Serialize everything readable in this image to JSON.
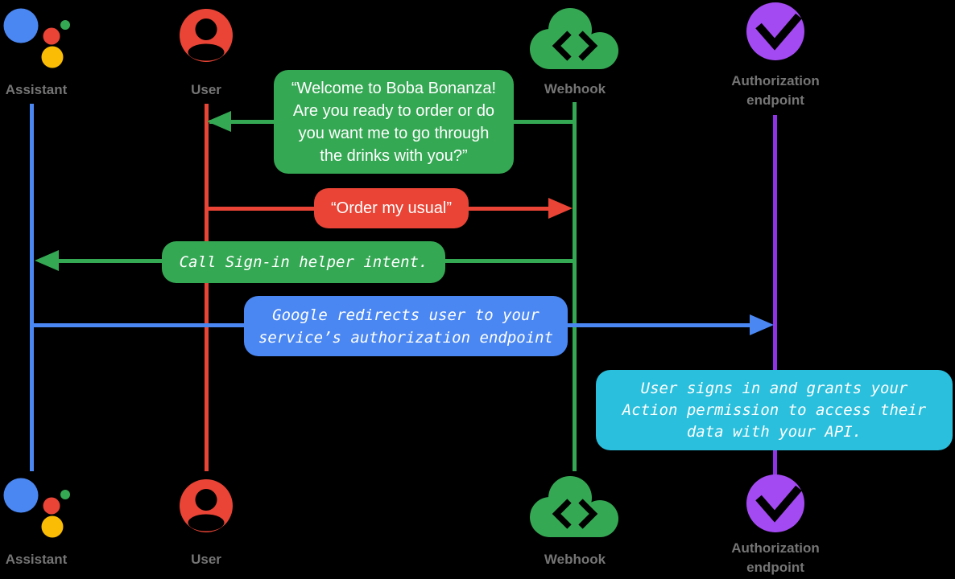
{
  "colors": {
    "assistant_blue": "#4A87F2",
    "user_red": "#E94435",
    "webhook_green": "#35A854",
    "authorization_line_purple": "#9032E8",
    "authorization_circle_purple": "#A44AF3",
    "note_cyan": "#29BFDD",
    "assistant_yellow": "#FBBC05",
    "assistant_green_dot": "#34A853",
    "label_gray": "#757575",
    "bubble_text": "#FFFFFF",
    "background": "#000000"
  },
  "actors": [
    {
      "id": "assistant",
      "label": "Assistant",
      "icon": "google-assistant-icon",
      "color": "#4A87F2"
    },
    {
      "id": "user",
      "label": "User",
      "icon": "user-icon",
      "color": "#E94435"
    },
    {
      "id": "webhook",
      "label": "Webhook",
      "icon": "webhook-cloud-icon",
      "color": "#35A854"
    },
    {
      "id": "authorization-endpoint",
      "label": "Authorization endpoint",
      "icon": "check-circle-icon",
      "color": "#A44AF3"
    }
  ],
  "messages": [
    {
      "id": "welcome",
      "from": "Webhook",
      "to": "User",
      "direction": "left",
      "color": "#35A854",
      "style": "sans",
      "text": "“Welcome to Boba Bonanza!\nAre you ready to order or do\nyou want me to go through\nthe drinks with you?”"
    },
    {
      "id": "order-usual",
      "from": "User",
      "to": "Webhook",
      "direction": "right",
      "color": "#E94435",
      "style": "sans",
      "text": "“Order my usual”"
    },
    {
      "id": "signin-helper",
      "from": "Webhook",
      "to": "Assistant",
      "direction": "left",
      "color": "#35A854",
      "style": "mono-italic",
      "text": "Call Sign-in helper intent."
    },
    {
      "id": "redirect",
      "from": "Assistant",
      "to": "Authorization endpoint",
      "direction": "right",
      "color": "#4A87F2",
      "style": "mono-italic",
      "text": "Google redirects user to your\nservice’s authorization endpoint"
    },
    {
      "id": "signin-note",
      "type": "note",
      "at": "Authorization endpoint",
      "color": "#29BFDD",
      "style": "mono-italic",
      "text": "User signs in and grants your\nAction permission to access their\ndata with your API."
    }
  ]
}
